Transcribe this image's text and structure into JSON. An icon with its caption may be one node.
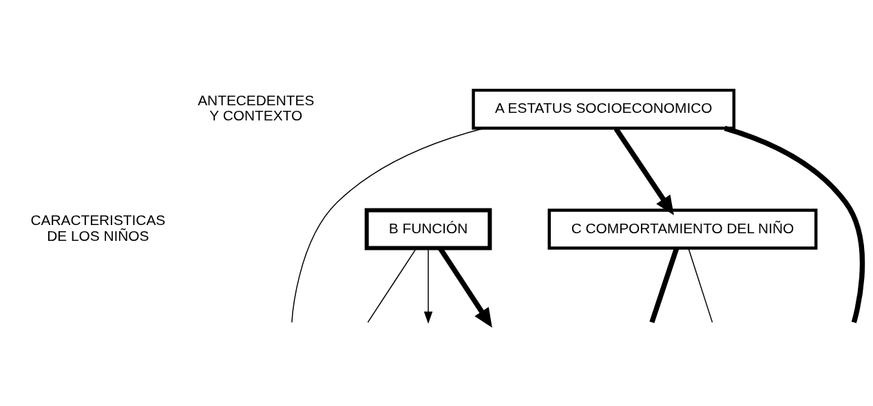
{
  "diagram": {
    "nodes": [
      {
        "text": [
          "A ESTATUS SOCIOECONOMICO"
        ]
      },
      {
        "text": [
          "B FUNCIÓN"
        ]
      },
      {
        "text": [
          "C COMPORTAMIENTO DEL NIÑO"
        ]
      }
    ],
    "edges": [
      {
        "from": 0,
        "to": 2,
        "arrow": "to",
        "style": "thick"
      },
      {
        "from": 0,
        "to": null,
        "arrow": "none"
      },
      {
        "from": 0,
        "to": null,
        "arrow": "none",
        "style": "thick"
      },
      {
        "from": 1,
        "to": null,
        "arrow": "none"
      },
      {
        "from": 1,
        "to": null,
        "arrow": "to",
        "style": "thick"
      },
      {
        "from": 1,
        "to": null,
        "arrow": "to"
      },
      {
        "from": 2,
        "to": null,
        "arrow": "none",
        "style": "thick"
      },
      {
        "from": 2,
        "to": null,
        "arrow": "none"
      }
    ],
    "labels": [
      "ANTECEDENTES Y CONTEXTO",
      "CARACTERISTICAS DE LOS NIÑOS"
    ]
  }
}
